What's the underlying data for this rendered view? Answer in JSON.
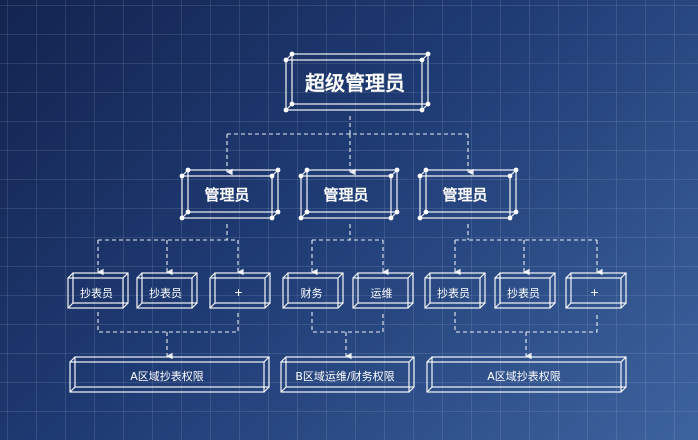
{
  "root": {
    "label": "超级管理员"
  },
  "admins": [
    {
      "label": "管理员"
    },
    {
      "label": "管理员"
    },
    {
      "label": "管理员"
    }
  ],
  "groups": [
    {
      "members": [
        {
          "label": "抄表员"
        },
        {
          "label": "抄表员"
        },
        {
          "label": "+"
        }
      ],
      "permission": {
        "label": "A区域抄表权限"
      }
    },
    {
      "members": [
        {
          "label": "财务"
        },
        {
          "label": "运维"
        }
      ],
      "permission": {
        "label": "B区域运维/财务权限"
      }
    },
    {
      "members": [
        {
          "label": "抄表员"
        },
        {
          "label": "抄表员"
        },
        {
          "label": "+"
        }
      ],
      "permission": {
        "label": "A区域抄表权限"
      }
    }
  ],
  "colors": {
    "line": "#ffffff",
    "background_start": "#13244f",
    "background_end": "#3d639e"
  }
}
